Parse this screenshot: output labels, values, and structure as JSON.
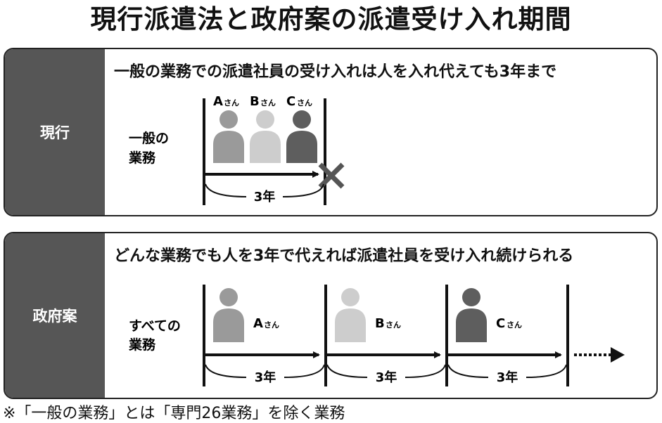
{
  "title": "現行派遣法と政府案の派遣受け入れ期間",
  "current": {
    "side_label": "現行",
    "heading": "一般の業務での派遣社員の受け入れは人を入れ代えても3年まで",
    "row_label_1": "一般の",
    "row_label_2": "業務",
    "people": [
      {
        "letter": "A",
        "suffix": "さん",
        "color": "#9a9a9a"
      },
      {
        "letter": "B",
        "suffix": "さん",
        "color": "#cdcdcd"
      },
      {
        "letter": "C",
        "suffix": "さん",
        "color": "#5e5e5e"
      }
    ],
    "period_label": "3年"
  },
  "proposal": {
    "side_label": "政府案",
    "heading": "どんな業務でも人を3年で代えれば派遣社員を受け入れ続けられる",
    "row_label_1": "すべての",
    "row_label_2": "業務",
    "people": [
      {
        "letter": "A",
        "suffix": "さん",
        "color": "#9a9a9a"
      },
      {
        "letter": "B",
        "suffix": "さん",
        "color": "#cdcdcd"
      },
      {
        "letter": "C",
        "suffix": "さん",
        "color": "#5e5e5e"
      }
    ],
    "period_labels": [
      "3年",
      "3年",
      "3年"
    ]
  },
  "footnote": "※「一般の業務」とは「専門26業務」を除く業務",
  "colors": {
    "side_bg": "#565656",
    "line": "#111111",
    "cross": "#555555"
  }
}
